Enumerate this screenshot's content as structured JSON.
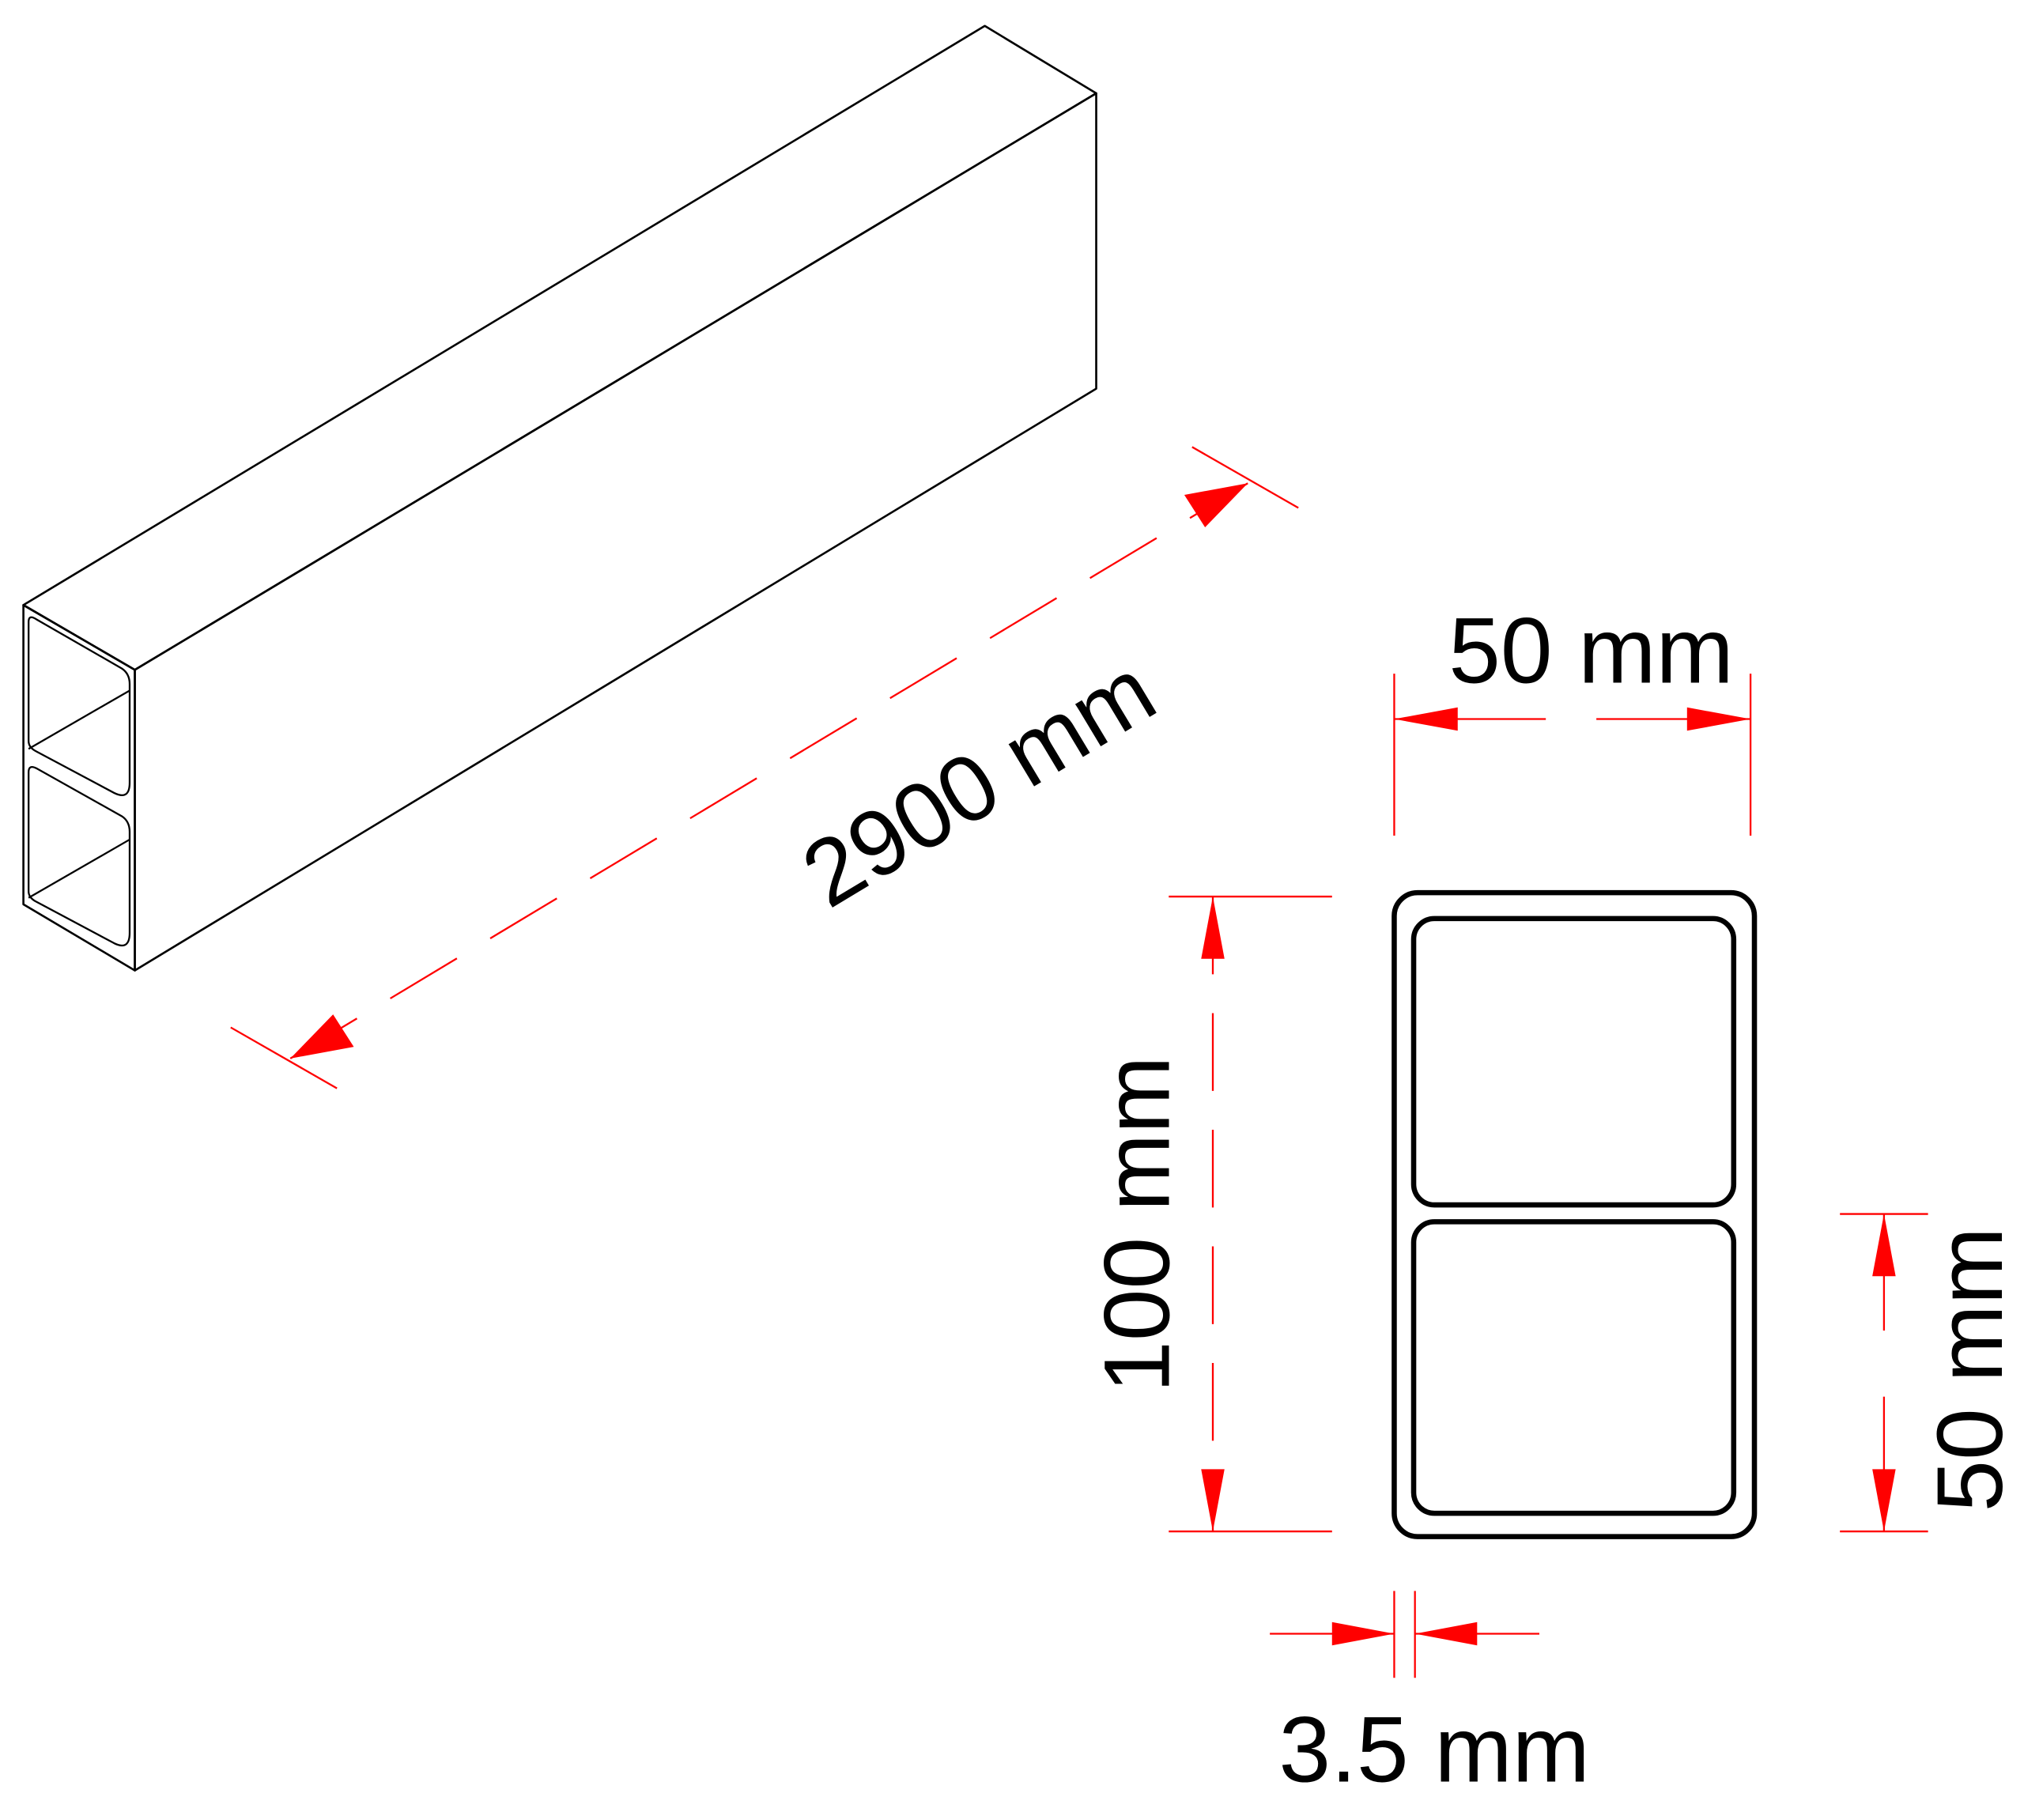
{
  "dimensions": {
    "length": "2900 mm",
    "width": "50 mm",
    "height": "100 mm",
    "cell_height": "50 mm",
    "wall_thickness": "3.5 mm"
  },
  "colors": {
    "dimension_lines": "#ff0000",
    "outline": "#000000"
  }
}
